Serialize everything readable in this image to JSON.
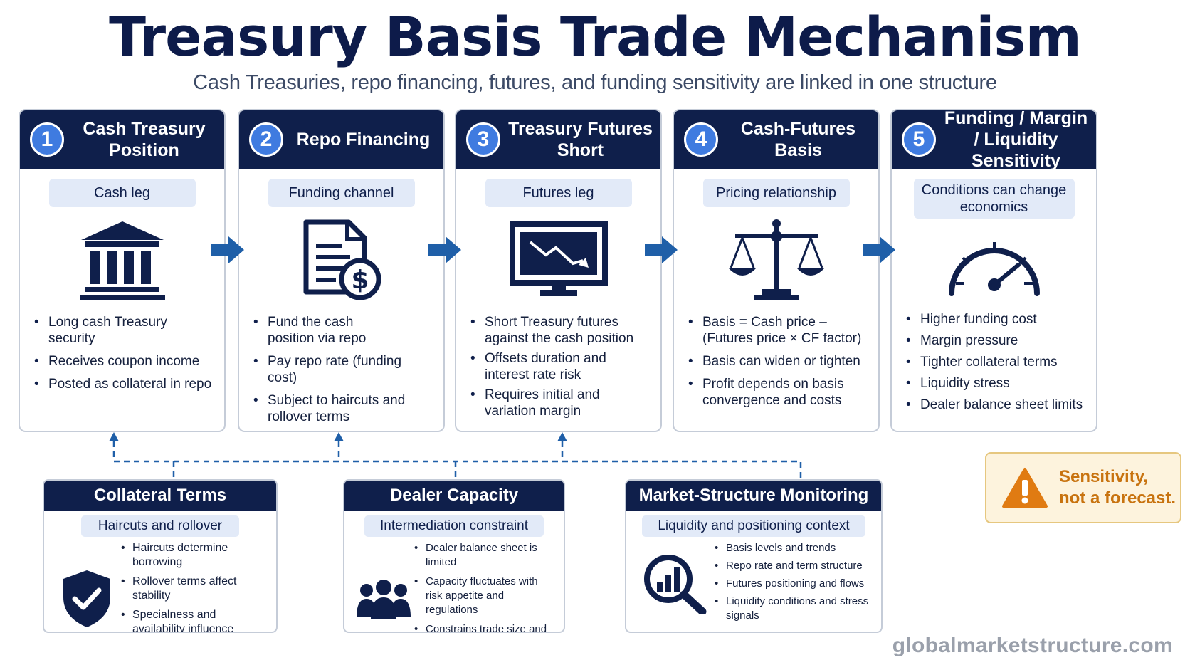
{
  "title": "Treasury Basis Trade Mechanism",
  "subtitle": "Cash Treasuries, repo financing, futures, and funding sensitivity are linked in one structure",
  "cards": [
    {
      "num": "1",
      "title": "Cash Treasury Position",
      "pill": "Cash leg",
      "icon": "bank-icon",
      "bullets": [
        "Long cash Treasury security",
        "Receives coupon income",
        "Posted as collateral in repo"
      ]
    },
    {
      "num": "2",
      "title": "Repo Financing",
      "pill": "Funding channel",
      "icon": "document-dollar-icon",
      "bullets": [
        "Fund the cash position via repo",
        "Pay repo rate (funding cost)",
        "Subject to haircuts and rollover terms"
      ]
    },
    {
      "num": "3",
      "title": "Treasury Futures Short",
      "pill": "Futures leg",
      "icon": "monitor-chart-down-icon",
      "bullets": [
        "Short Treasury futures against the cash position",
        "Offsets duration and interest rate risk",
        "Requires initial and variation margin"
      ]
    },
    {
      "num": "4",
      "title": "Cash-Futures Basis",
      "pill": "Pricing relationship",
      "icon": "scales-icon",
      "bullets": [
        "Basis = Cash price – (Futures price × CF factor)",
        "Basis can widen or tighten",
        "Profit depends on basis convergence and costs"
      ]
    },
    {
      "num": "5",
      "title": "Funding / Margin / Liquidity Sensitivity",
      "pill": "Conditions can change economics",
      "icon": "gauge-icon",
      "bullets": [
        "Higher funding cost",
        "Margin pressure",
        "Tighter collateral terms",
        "Liquidity stress",
        "Dealer balance sheet limits"
      ]
    }
  ],
  "bottom": [
    {
      "title": "Collateral Terms",
      "pill": "Haircuts and rollover",
      "icon": "shield-check-icon",
      "bullets": [
        "Haircuts determine borrowing",
        "Rollover terms affect stability",
        "Specialness and availability influence funding"
      ]
    },
    {
      "title": "Dealer Capacity",
      "pill": "Intermediation constraint",
      "icon": "people-group-icon",
      "bullets": [
        "Dealer balance sheet is limited",
        "Capacity fluctuates with risk appetite and regulations",
        "Constrains trade size and market liquidity"
      ]
    },
    {
      "title": "Market-Structure Monitoring",
      "pill": "Liquidity and positioning context",
      "icon": "magnifier-chart-icon",
      "bullets": [
        "Basis levels and trends",
        "Repo rate and term structure",
        "Futures positioning and flows",
        "Liquidity conditions and stress signals"
      ]
    }
  ],
  "warning": {
    "line1": "Sensitivity,",
    "line2": "not a forecast.",
    "icon": "warning-triangle-icon"
  },
  "footer": "globalmarketstructure.com",
  "colors": {
    "navy": "#0f1f4b",
    "accent_blue": "#3f7be0",
    "arrow_blue": "#1f5fa8",
    "pill_bg": "#e2eaf8",
    "warning": "#e07b12"
  }
}
